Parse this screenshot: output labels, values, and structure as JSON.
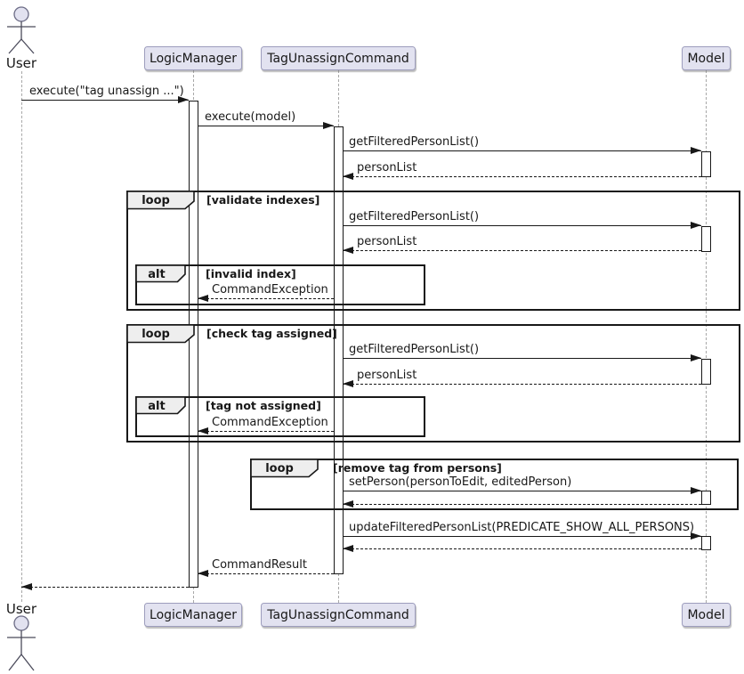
{
  "diagram": {
    "actor": {
      "label": "User"
    },
    "participants": [
      {
        "label": "LogicManager"
      },
      {
        "label": "TagUnassignCommand"
      },
      {
        "label": "Model"
      }
    ],
    "frames": [
      {
        "keyword": "loop",
        "condition": "[validate indexes]"
      },
      {
        "keyword": "alt",
        "condition": "[invalid index]"
      },
      {
        "keyword": "loop",
        "condition": "[check tag assigned]"
      },
      {
        "keyword": "alt",
        "condition": "[tag not assigned]"
      },
      {
        "keyword": "loop",
        "condition": "[remove tag from persons]"
      }
    ],
    "messages": [
      {
        "label": "execute(\"tag unassign ...\")"
      },
      {
        "label": "execute(model)"
      },
      {
        "label": "getFilteredPersonList()"
      },
      {
        "label": "personList"
      },
      {
        "label": "getFilteredPersonList()"
      },
      {
        "label": "personList"
      },
      {
        "label": "CommandException"
      },
      {
        "label": "getFilteredPersonList()"
      },
      {
        "label": "personList"
      },
      {
        "label": "CommandException"
      },
      {
        "label": "setPerson(personToEdit, editedPerson)"
      },
      {
        "label": "updateFilteredPersonList(PREDICATE_SHOW_ALL_PERSONS)"
      },
      {
        "label": "CommandResult"
      }
    ],
    "colors": {
      "participant_fill": "#E2E2F0",
      "frame_border": "#181818",
      "keyword_fill": "#EEEEEE",
      "lifeline": "#A8A8A8",
      "arrow": "#181818"
    }
  }
}
